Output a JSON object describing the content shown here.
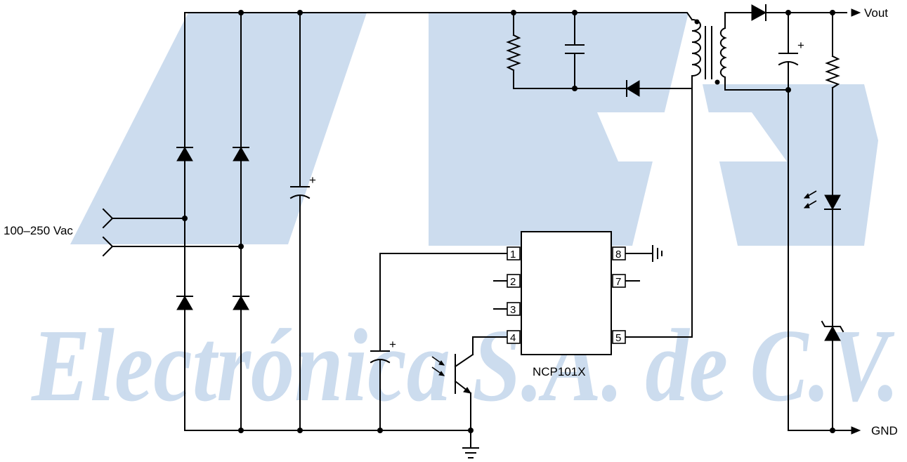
{
  "watermark": {
    "text": "Electrónica S.A. de C.V.",
    "color": "#ccdcee"
  },
  "diagram": {
    "input_label": "100–250 Vac",
    "output_label": "Vout",
    "ground_label": "GND",
    "ic": {
      "name": "NCP101X",
      "pins": [
        "1",
        "2",
        "3",
        "4",
        "5",
        "7",
        "8"
      ]
    },
    "capacitor_plus_marks": [
      "+",
      "+",
      "+"
    ]
  }
}
